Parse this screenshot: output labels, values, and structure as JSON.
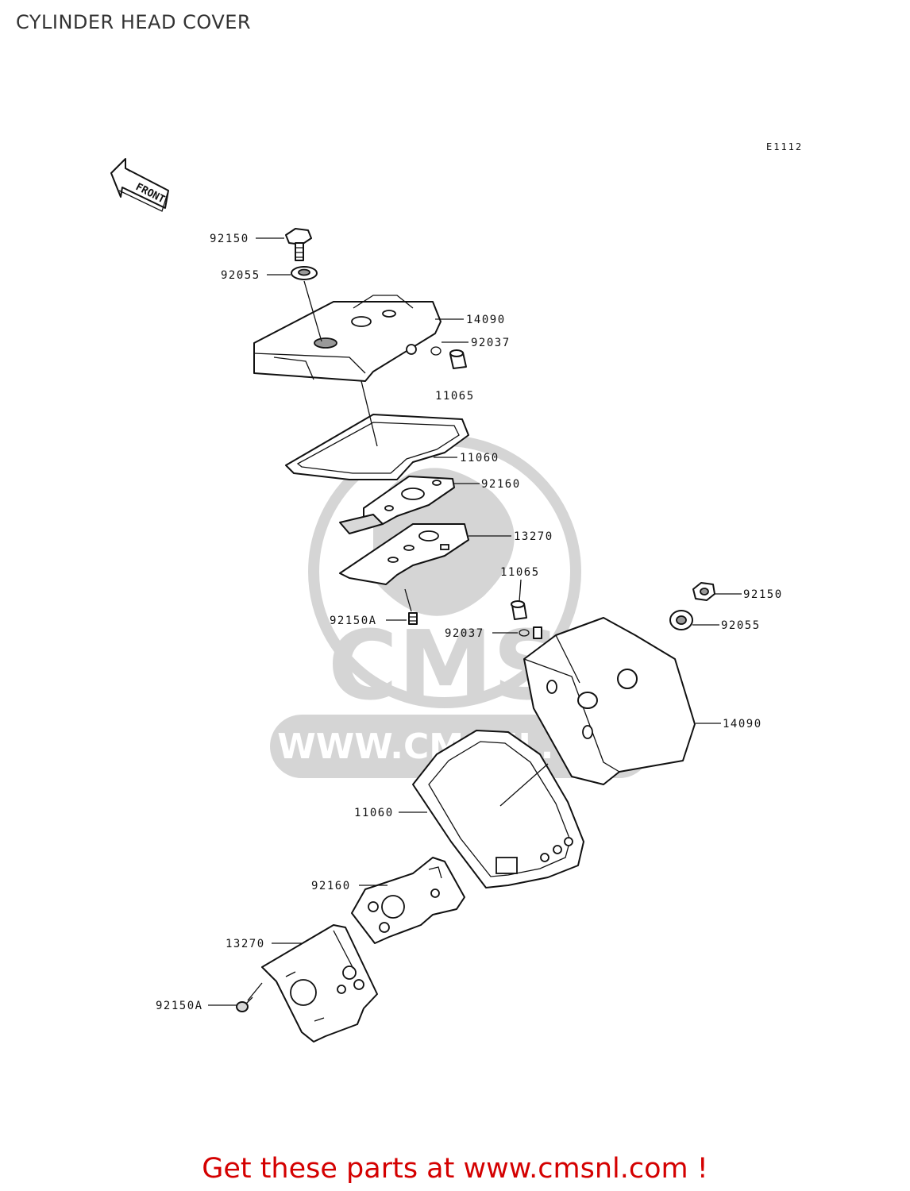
{
  "title": "CYLINDER HEAD COVER",
  "ref_code": "E1112",
  "front_arrow_label": "FRONT",
  "watermark": "CMS www.cmsnl.com",
  "footer": "Get these parts at www.cmsnl.com !",
  "parts": {
    "top_bolt": "92150",
    "top_washer": "92055",
    "top_cover": "14090",
    "top_ring": "92037",
    "top_plug": "11065",
    "top_gasket": "11060",
    "top_seal_plate": "92160",
    "top_plate": "13270",
    "top_small_bolt": "92150A",
    "bottom_plug": "11065",
    "bottom_ring": "92037",
    "bottom_bolt": "92150",
    "bottom_washer": "92055",
    "bottom_cover": "14090",
    "bottom_gasket": "11060",
    "bottom_seal_plate": "92160",
    "bottom_plate": "13270",
    "bottom_small_bolt": "92150A"
  }
}
